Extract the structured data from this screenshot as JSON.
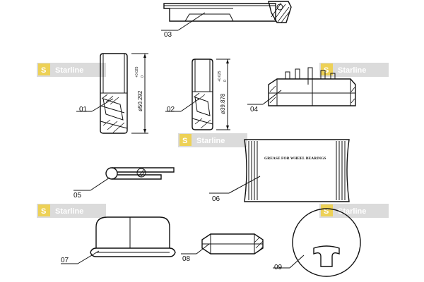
{
  "brand": {
    "name": "Starline",
    "letter": "S",
    "colors": {
      "badge": "#e7c21e",
      "badge_letter": "#ffffff",
      "band": "#cfcfcf",
      "text": "#ffffff"
    }
  },
  "parts": {
    "p01": {
      "label": "01",
      "dimension": "ø50.292",
      "tol_upper": "+0.025",
      "tol_lower": "0"
    },
    "p02": {
      "label": "02",
      "dimension": "ø39.878",
      "tol_upper": "+0.025",
      "tol_lower": "0"
    },
    "p03": {
      "label": "03"
    },
    "p04": {
      "label": "04"
    },
    "p05": {
      "label": "05"
    },
    "p06": {
      "label": "06",
      "box_text": "GREASE FOR WHEEL BEARINGS"
    },
    "p07": {
      "label": "07"
    },
    "p08": {
      "label": "08"
    },
    "p09": {
      "label": "09"
    }
  },
  "colors": {
    "line": "#111111",
    "background": "#ffffff"
  }
}
